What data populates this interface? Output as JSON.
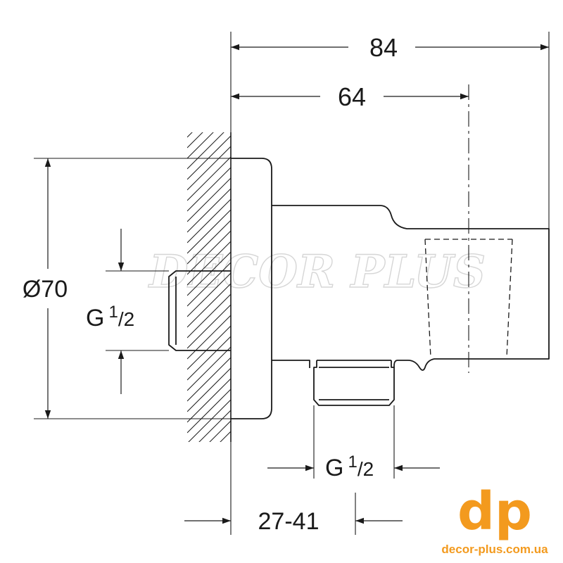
{
  "dimensions": {
    "overall_length": "84",
    "body_length": "64",
    "diameter": "Ø70",
    "wall_thread_main": "G",
    "wall_thread_sup": "1",
    "wall_thread_frac": "/2",
    "outlet_thread_main": "G",
    "outlet_thread_sup": "1",
    "outlet_thread_frac": "/2",
    "projection_range": "27-41"
  },
  "watermark": "DECOR PLUS",
  "logo": {
    "letters": "dp",
    "url": "decor-plus.com.ua",
    "color": "#f39a1e"
  },
  "line_color": "#1a1a1a"
}
